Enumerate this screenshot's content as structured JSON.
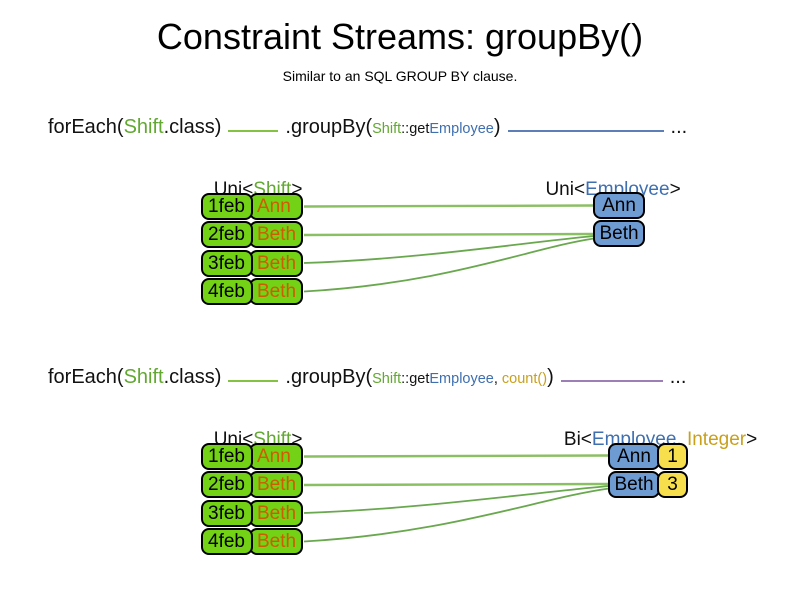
{
  "title": "Constraint Streams: groupBy()",
  "subtitle": "Similar to an SQL GROUP BY clause.",
  "colors": {
    "shift_box_green": "#73d216",
    "employee_box_blue": "#6e9cd2",
    "integer_box_yellow": "#f6de4c",
    "name_text_orange": "#ce5c00",
    "code_type_green": "#62a832",
    "code_type_blue": "#3e6fb0",
    "code_gold": "#c9a01c",
    "stream_line_green": "#84c341",
    "stream_line_blue": "#5c7fb8",
    "stream_line_purple": "#9b7fb6",
    "connector_green": "#69a84e"
  },
  "section1": {
    "code": {
      "foreach": "forEach(",
      "foreach_type": "Shift",
      "class_close": ".class)",
      "groupby": ".groupBy(",
      "arg_type": "Shift",
      "arg_method": "::get",
      "arg_employee": "Employee",
      "paren_close": ")",
      "ellipsis": "..."
    },
    "left_label": {
      "pre": "Uni<",
      "type": "Shift",
      "post": ">"
    },
    "right_label": {
      "pre": "Uni<",
      "type": "Employee",
      "post": ">"
    },
    "shifts": [
      {
        "date": "1feb",
        "name": "Ann"
      },
      {
        "date": "2feb",
        "name": "Beth"
      },
      {
        "date": "3feb",
        "name": "Beth"
      },
      {
        "date": "4feb",
        "name": "Beth"
      }
    ],
    "groups": [
      {
        "name": "Ann"
      },
      {
        "name": "Beth"
      }
    ]
  },
  "section2": {
    "code": {
      "foreach": "forEach(",
      "foreach_type": "Shift",
      "class_close": ".class)",
      "groupby": ".groupBy(",
      "arg_type": "Shift",
      "arg_method": "::get",
      "arg_employee": "Employee",
      "comma": ", ",
      "count": "count()",
      "paren_close": ")",
      "ellipsis": "..."
    },
    "left_label": {
      "pre": "Uni<",
      "type": "Shift",
      "post": ">"
    },
    "right_label": {
      "pre": "Bi<",
      "type1": "Employee",
      "sep": ", ",
      "type2": "Integer",
      "post": ">"
    },
    "shifts": [
      {
        "date": "1feb",
        "name": "Ann"
      },
      {
        "date": "2feb",
        "name": "Beth"
      },
      {
        "date": "3feb",
        "name": "Beth"
      },
      {
        "date": "4feb",
        "name": "Beth"
      }
    ],
    "groups": [
      {
        "name": "Ann",
        "count": "1"
      },
      {
        "name": "Beth",
        "count": "3"
      }
    ]
  }
}
